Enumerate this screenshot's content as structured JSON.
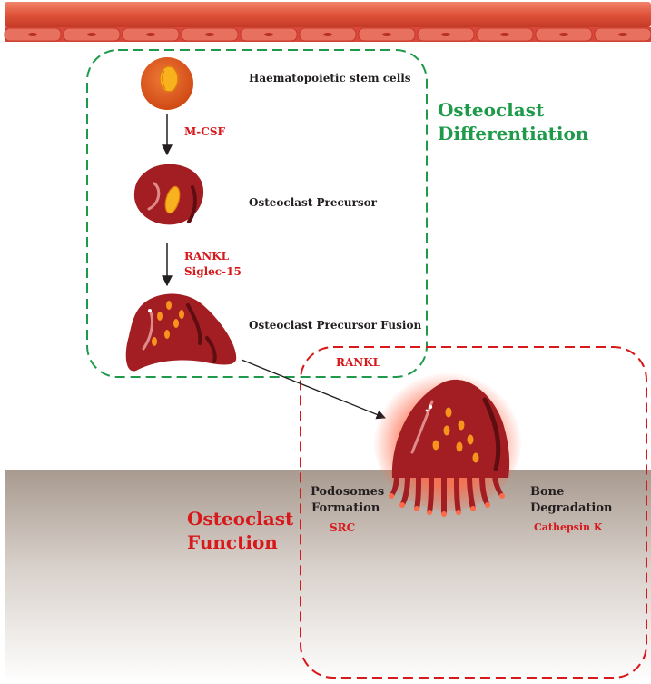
{
  "labels": {
    "hsc": "Haematopoietic stem cells",
    "mcsf": "M-CSF",
    "precursor": "Osteoclast Precursor",
    "rankl": "RANKL",
    "siglec": "Siglec-15",
    "fusion": "Osteoclast Precursor Fusion",
    "rankl_function": "RANKL",
    "podosomes_1": "Podosomes",
    "podosomes_2": "Formation",
    "src": "SRC",
    "bone_1": "Bone",
    "bone_2": "Degradation",
    "cathepsin": "Cathepsin K",
    "differentiation_1": "Osteoclast",
    "differentiation_2": "Differentiation",
    "function_1": "Osteoclast",
    "function_2": "Function"
  },
  "colors": {
    "differentiation_box": "#1e9a4a",
    "function_box": "#d7191c",
    "label_red": "#d7191c",
    "label_dark": "#231f20",
    "vessel": "#e0533a",
    "cell_dark_red": "#9e1b1e",
    "stem_cell_orange": "#e05a1c",
    "granule": "#f7941d",
    "bone": "#b6a89e"
  }
}
